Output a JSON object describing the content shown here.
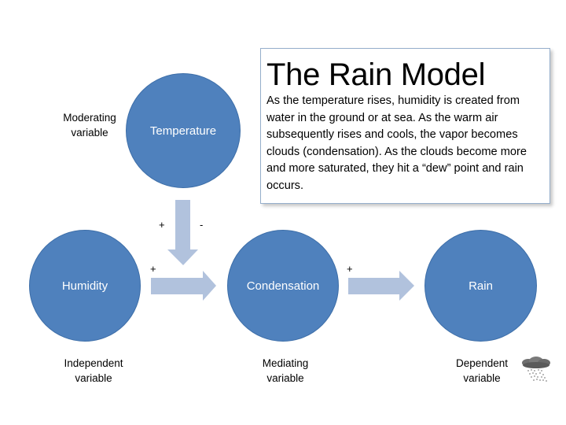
{
  "diagram": {
    "title": "The Rain Model",
    "description": "As the temperature rises, humidity is created from water in the ground or at sea. As the warm air subsequently rises and cools, the vapor becomes clouds (condensation). As the clouds become more and more saturated, they hit a “dew” point and rain occurs.",
    "colors": {
      "node_fill": "#4f81bd",
      "arrow_fill": "#b1c2dd",
      "box_border": "#95aecb"
    },
    "nodes": [
      {
        "id": "temperature",
        "label": "Temperature",
        "role": "Moderating variable"
      },
      {
        "id": "humidity",
        "label": "Humidity",
        "role": "Independent variable"
      },
      {
        "id": "condensation",
        "label": "Condensation",
        "role": "Mediating variable"
      },
      {
        "id": "rain",
        "label": "Rain",
        "role": "Dependent variable"
      }
    ],
    "edges": [
      {
        "from": "temperature",
        "to": "humidity-condensation-link",
        "signs": [
          "+",
          "-"
        ]
      },
      {
        "from": "humidity",
        "to": "condensation",
        "sign": "+"
      },
      {
        "from": "condensation",
        "to": "rain",
        "sign": "+"
      }
    ],
    "roles": {
      "moderating_line1": "Moderating",
      "moderating_line2": "variable",
      "independent_line1": "Independent",
      "independent_line2": "variable",
      "mediating_line1": "Mediating",
      "mediating_line2": "variable",
      "dependent_line1": "Dependent",
      "dependent_line2": "variable"
    },
    "signs": {
      "temp_plus": "+",
      "temp_minus": "-",
      "humidity_plus": "+",
      "condensation_plus": "+"
    },
    "icons": {
      "rain_cloud": "rain-cloud-icon"
    }
  }
}
